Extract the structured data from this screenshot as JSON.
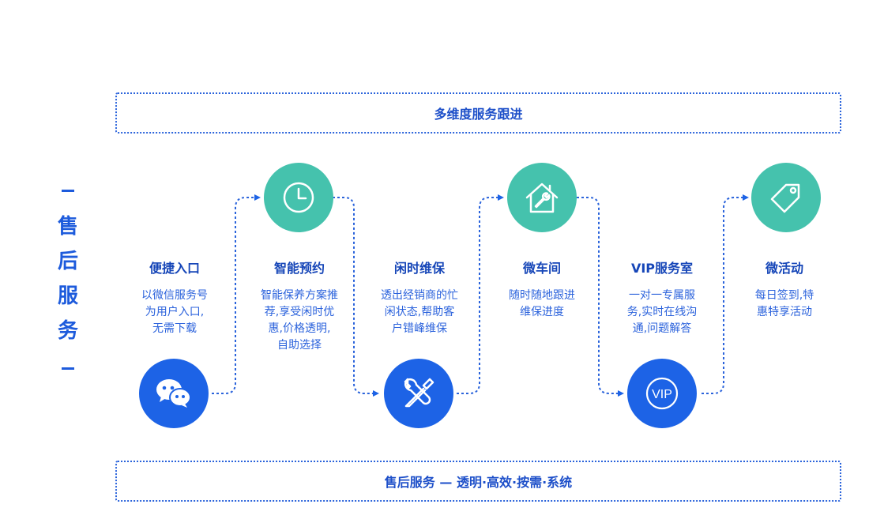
{
  "side_title": [
    "售",
    "后",
    "服",
    "务"
  ],
  "top_banner": "多维度服务跟进",
  "bottom_banner": "售后服务 — 透明·高效·按需·系统",
  "steps": [
    {
      "title": "便捷入口",
      "lines": [
        "以微信服务号",
        "为用户入口,",
        "无需下载"
      ],
      "icon": "wechat-icon",
      "color": "blue"
    },
    {
      "title": "智能预约",
      "lines": [
        "智能保养方案推",
        "荐,享受闲时优",
        "惠,价格透明,",
        "自助选择"
      ],
      "icon": "clock-icon",
      "color": "teal"
    },
    {
      "title": "闲时维保",
      "lines": [
        "透出经销商的忙",
        "闲状态,帮助客",
        "户错峰维保"
      ],
      "icon": "tools-icon",
      "color": "blue"
    },
    {
      "title": "微车间",
      "lines": [
        "随时随地跟进",
        "维保进度"
      ],
      "icon": "house-wrench-icon",
      "color": "teal"
    },
    {
      "title": "VIP服务室",
      "lines": [
        "一对一专属服",
        "务,实时在线沟",
        "通,问题解答"
      ],
      "icon": "vip-icon",
      "icon_text": "VIP",
      "color": "blue"
    },
    {
      "title": "微活动",
      "lines": [
        "每日签到,特",
        "惠特享活动"
      ],
      "icon": "tag-icon",
      "color": "teal"
    }
  ],
  "colors": {
    "blue": "#1d63e6",
    "teal": "#45c2ad",
    "text": "#1646b8"
  }
}
